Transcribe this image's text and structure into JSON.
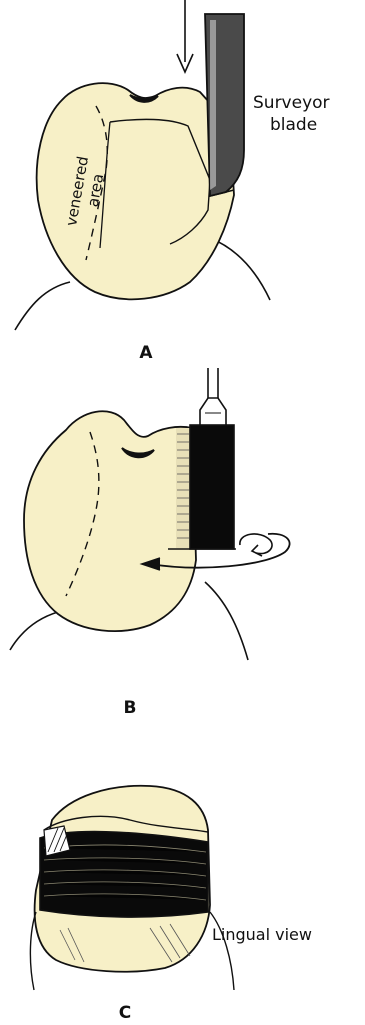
{
  "panel_a": {
    "label": "A",
    "callout_line1": "Surveyor",
    "callout_line2": "blade",
    "region_line1": "veneered",
    "region_line2": "area"
  },
  "panel_b": {
    "label": "B"
  },
  "panel_c": {
    "label": "C",
    "view_caption": "Lingual view"
  },
  "colors": {
    "tooth_fill": "#f7f0c7",
    "outline": "#111111",
    "blade_dark": "#444444"
  }
}
